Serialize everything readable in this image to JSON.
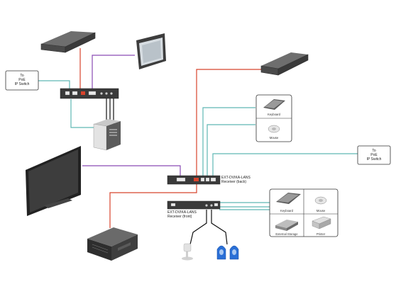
{
  "labels": {
    "poe_switch_left": [
      "To",
      "PoE",
      "IP Switch"
    ],
    "poe_switch_right": [
      "To",
      "PoE",
      "IP Switch"
    ],
    "receiver_back": [
      "EXT-DVIKA-LANS",
      "Receiver (back)"
    ],
    "receiver_front": [
      "EXT-DVIKA-LANS",
      "Receiver (front)"
    ],
    "usb_top": {
      "keyboard": "Keyboard",
      "mouse": "Mouse"
    },
    "usb_bottom": {
      "keyboard": "Keyboard",
      "mouse": "Mouse",
      "storage": "External Storage",
      "printer": "Printer"
    }
  },
  "colors": {
    "audio_wire": "#d8432c",
    "video_wire": "#8a4bb5",
    "network_usb_wire": "#5fb8b5",
    "analog_wire": "#111111",
    "device_body": "#4a4a4a"
  },
  "icons": [
    "amplifier-icon",
    "monitor-icon",
    "tv-icon",
    "computer-icon",
    "keyboard-icon",
    "mouse-icon",
    "storage-icon",
    "printer-icon",
    "microphone-icon",
    "speakers-icon"
  ]
}
